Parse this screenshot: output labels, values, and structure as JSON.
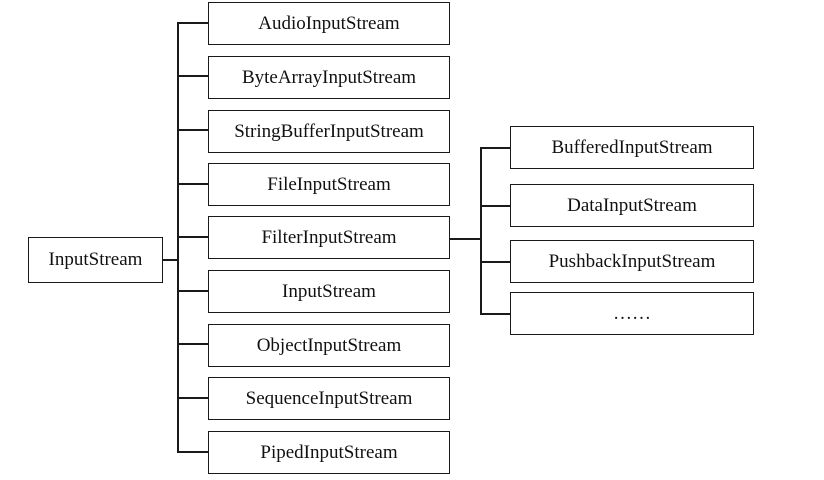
{
  "root": {
    "label": "InputStream"
  },
  "subclasses": [
    {
      "label": "AudioInputStream"
    },
    {
      "label": "ByteArrayInputStream"
    },
    {
      "label": "StringBufferInputStream"
    },
    {
      "label": "FileInputStream"
    },
    {
      "label": "FilterInputStream"
    },
    {
      "label": "InputStream"
    },
    {
      "label": "ObjectInputStream"
    },
    {
      "label": "SequenceInputStream"
    },
    {
      "label": "PipedInputStream"
    }
  ],
  "filter_subclasses": [
    {
      "label": "BufferedInputStream"
    },
    {
      "label": "DataInputStream"
    },
    {
      "label": "PushbackInputStream"
    },
    {
      "label": "……"
    }
  ]
}
